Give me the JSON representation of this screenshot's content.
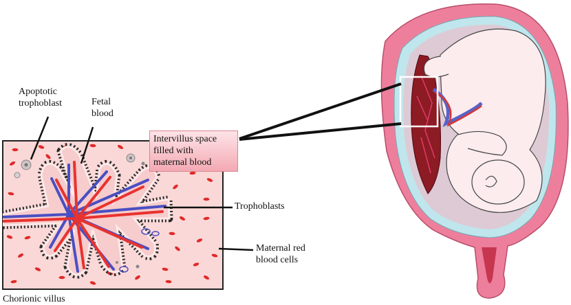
{
  "labels": {
    "apoptotic_trophoblast": "Apoptotic\ntrophoblast",
    "fetal_blood": "Fetal\nblood",
    "intervillus_space": "Intervillus space\nfilled with\nmaternal blood",
    "trophoblasts": "Trophoblasts",
    "maternal_rbc": "Maternal red\nblood cells",
    "chorionic_villus": "Chorionic villus"
  },
  "colors": {
    "villus_box_fill": "#fbd8d8",
    "fetal_blood_red": "#e8322f",
    "fetal_blood_blue": "#4a4fc2",
    "trophoblast_ring": "#333333",
    "uterus_wall": "#ee7f9c",
    "amniotic_fluid": "#bfe6ec",
    "placenta": "#8c1b24",
    "fetus_skin": "#fcecee"
  }
}
